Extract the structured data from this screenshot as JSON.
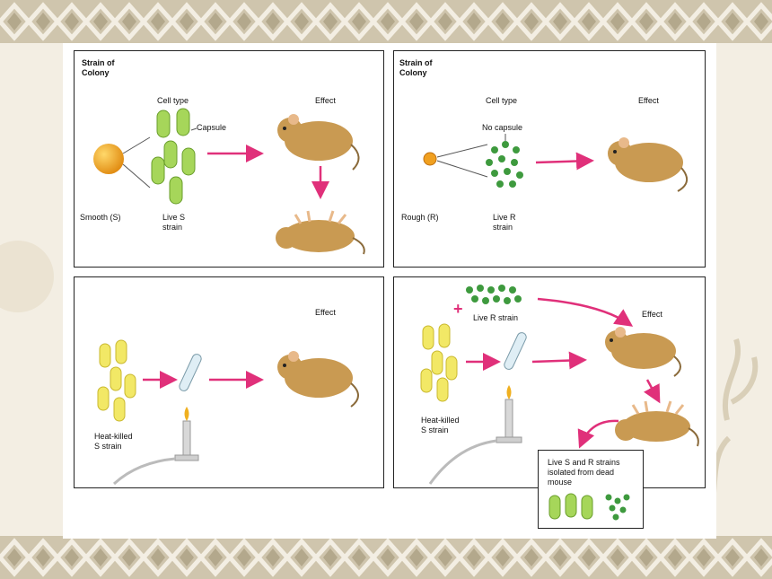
{
  "panels": {
    "smooth": {
      "header": "Strain of\nColony",
      "cell_type": "Cell type",
      "capsule": "Capsule",
      "effect": "Effect",
      "strain_name": "Smooth (S)",
      "cell_label": "Live S\nstrain"
    },
    "rough": {
      "header": "Strain of\nColony",
      "cell_type": "Cell type",
      "no_capsule": "No capsule",
      "effect": "Effect",
      "strain_name": "Rough (R)",
      "cell_label": "Live R\nstrain"
    },
    "heat_killed": {
      "effect": "Effect",
      "cell_label": "Heat-killed\nS strain"
    },
    "mixed": {
      "effect": "Effect",
      "plus": "+",
      "live_r": "Live R strain",
      "cell_label": "Heat-killed\nS strain",
      "result": "Live S and R strains\nisolated from dead\nmouse"
    }
  },
  "colors": {
    "arrow": "#e0307a",
    "capsule_green": "#a6d65a",
    "r_cell_green": "#3e9a3e",
    "heat_killed_yellow": "#f2e866",
    "mouse": "#c99a52",
    "band": "#cfc5ad",
    "band_pattern": "#f3eee3"
  }
}
